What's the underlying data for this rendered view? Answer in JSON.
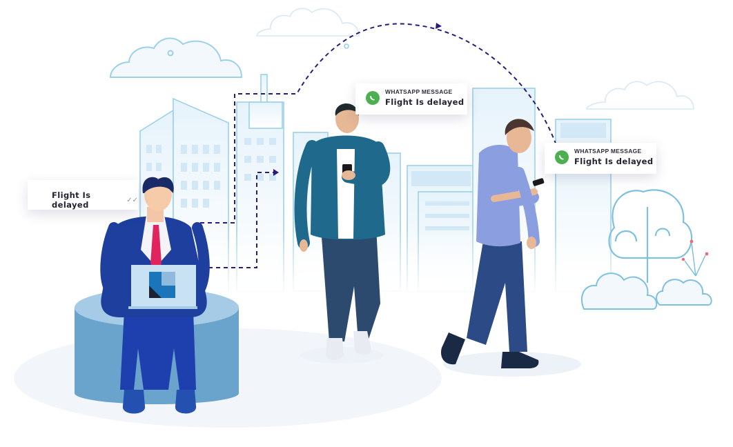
{
  "cards": {
    "left": {
      "message": "Flight Is delayed",
      "status_icon": "double-check-icon"
    },
    "middle": {
      "label": "WHATSAPP MESSAGE",
      "message": "Flight Is delayed",
      "icon": "whatsapp-icon"
    },
    "right": {
      "label": "WHATSAPP MESSAGE",
      "message": "Flight Is delayed",
      "icon": "whatsapp-icon"
    }
  },
  "colors": {
    "whatsapp_green": "#4caf50",
    "flow_line": "#2a1a7a",
    "building_outline": "#8fc6e6",
    "seat": "#6aa3cc",
    "suit_blue": "#1f3f9f",
    "jacket_teal": "#1f6a8c",
    "shirt_lavender": "#8a9ee0"
  }
}
